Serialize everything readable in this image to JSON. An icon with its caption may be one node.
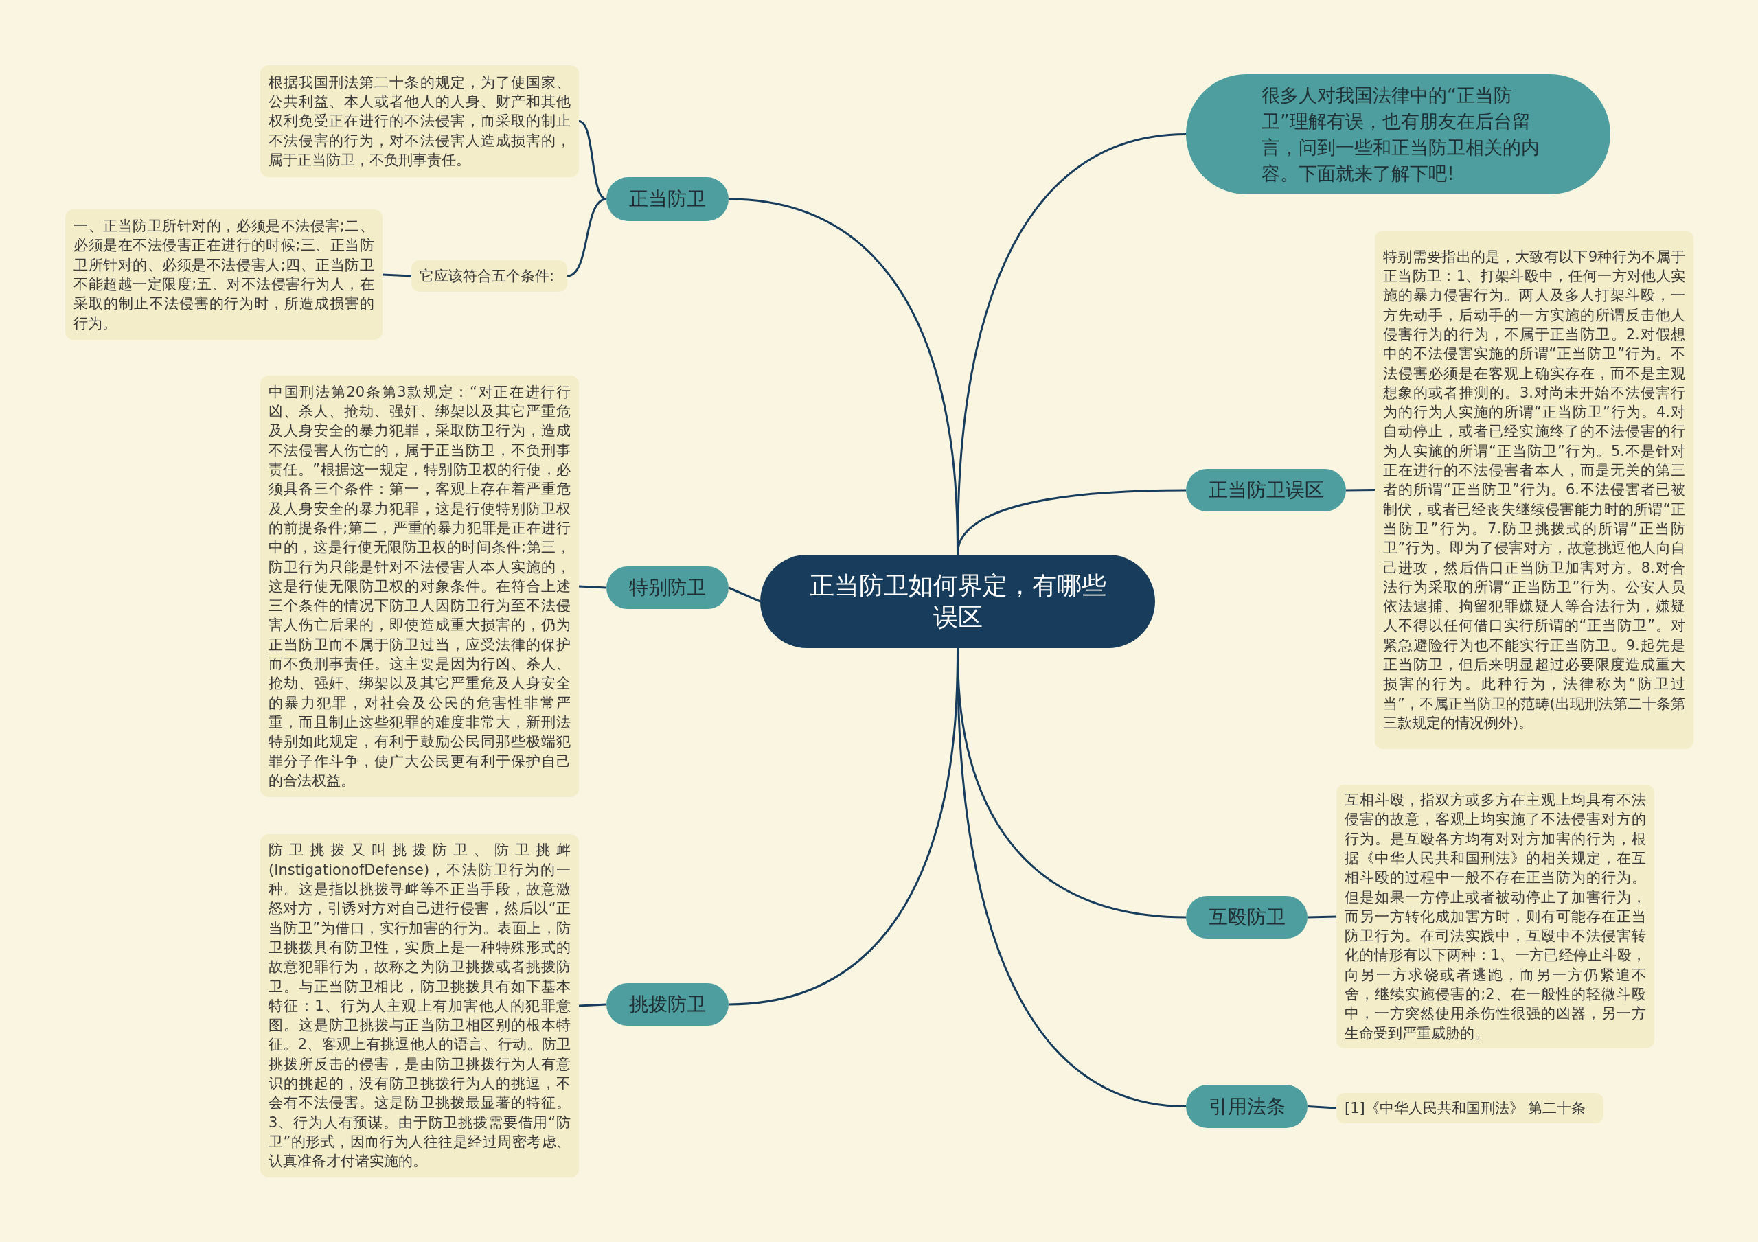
{
  "diagram": {
    "nodes": [
      {
        "text": [
          "正当防卫如何界定，有哪些误区"
        ]
      },
      {
        "text": [
          "很多人对我国法律中的“正当防卫”理解有误，也有朋友在后台留言，问到一些和正当防卫相关的内容。下面就来了解下吧!"
        ]
      },
      {
        "text": [
          "正当防卫"
        ]
      },
      {
        "text": [
          "根据我国刑法第二十条的规定，为了使国家、公共利益、本人或者他人的人身、财产和其他权利免受正在进行的不法侵害，而采取的制止不法侵害的行为，对不法侵害人造成损害的，属于正当防卫，不负刑事责任。"
        ]
      },
      {
        "text": [
          "它应该符合五个条件:"
        ]
      },
      {
        "text": [
          "一、正当防卫所针对的，必须是不法侵害;二、必须是在不法侵害正在进行的时候;三、正当防卫所针对的、必须是不法侵害人;四、正当防卫不能超越一定限度;五、对不法侵害行为人，在采取的制止不法侵害的行为时，所造成损害的行为。"
        ]
      },
      {
        "text": [
          "特别防卫"
        ]
      },
      {
        "text": [
          "中国刑法第20条第3款规定：“对正在进行行凶、杀人、抢劫、强奸、绑架以及其它严重危及人身安全的暴力犯罪，采取防卫行为，造成不法侵害人伤亡的，属于正当防卫，不负刑事责任。”根据这一规定，特别防卫权的行使，必须具备三个条件：第一，客观上存在着严重危及人身安全的暴力犯罪，这是行使特别防卫权的前提条件;第二，严重的暴力犯罪是正在进行中的，这是行使无限防卫权的时间条件;第三，防卫行为只能是针对不法侵害人本人实施的，这是行使无限防卫权的对象条件。在符合上述三个条件的情况下防卫人因防卫行为至不法侵害人伤亡后果的，即使造成重大损害的，仍为正当防卫而不属于防卫过当，应受法律的保护而不负刑事责任。这主要是因为行凶、杀人、抢劫、强奸、绑架以及其它严重危及人身安全的暴力犯罪，对社会及公民的危害性非常严重，而且制止这些犯罪的难度非常大，新刑法特别如此规定，有利于鼓励公民同那些极端犯罪分子作斗争，使广大公民更有利于保护自己的合法权益。"
        ]
      },
      {
        "text": [
          "挑拨防卫"
        ]
      },
      {
        "text": [
          "防卫挑拨又叫挑拨防卫、防卫挑衅(InstigationofDefense)，不法防卫行为的一种。这是指以挑拨寻衅等不正当手段，故意激怒对方，引诱对方对自己进行侵害，然后以“正当防卫”为借口，实行加害的行为。表面上，防卫挑拨具有防卫性，实质上是一种特殊形式的故意犯罪行为，故称之为防卫挑拨或者挑拨防卫。与正当防卫相比，防卫挑拨具有如下基本特征：1、行为人主观上有加害他人的犯罪意图。这是防卫挑拨与正当防卫相区别的根本特征。2、客观上有挑逗他人的语言、行动。防卫挑拨所反击的侵害，是由防卫挑拨行为人有意识的挑起的，没有防卫挑拨行为人的挑逗，不会有不法侵害。这是防卫挑拨最显著的特征。3、行为人有预谋。由于防卫挑拨需要借用“防卫”的形式，因而行为人往往是经过周密考虑、认真准备才付诸实施的。"
        ]
      },
      {
        "text": [
          "正当防卫误区"
        ]
      },
      {
        "text": [
          "特别需要指出的是，大致有以下9种行为不属于正当防卫：1、打架斗殴中，任何一方对他人实施的暴力侵害行为。两人及多人打架斗殴，一方先动手，后动手的一方实施的所谓反击他人侵害行为的行为，不属于正当防卫。2.对假想中的不法侵害实施的所谓“正当防卫”行为。不法侵害必须是在客观上确实存在，而不是主观想象的或者推测的。3.对尚未开始不法侵害行为的行为人实施的所谓“正当防卫”行为。4.对自动停止，或者已经实施终了的不法侵害的行为人实施的所谓“正当防卫”行为。5.不是针对正在进行的不法侵害者本人，而是无关的第三者的所谓“正当防卫”行为。6.不法侵害者已被制伏，或者已经丧失继续侵害能力时的所谓“正当防卫”行为。7.防卫挑拨式的所谓“正当防卫”行为。即为了侵害对方，故意挑逗他人向自己进攻，然后借口正当防卫加害对方。8.对合法行为采取的所谓“正当防卫”行为。公安人员依法逮捕、拘留犯罪嫌疑人等合法行为，嫌疑人不得以任何借口实行所谓的“正当防卫”。对紧急避险行为也不能实行正当防卫。9.起先是正当防卫，但后来明显超过必要限度造成重大损害的行为。此种行为，法律称为“防卫过当”，不属正当防卫的范畴(出现刑法第二十条第三款规定的情况例外)。"
        ]
      },
      {
        "text": [
          "互殴防卫"
        ]
      },
      {
        "text": [
          "互相斗殴，指双方或多方在主观上均具有不法侵害的故意，客观上均实施了不法侵害对方的行为。是互殴各方均有对对方加害的行为，根据《中华人民共和国刑法》的相关规定，在互相斗殴的过程中一般不存在正当防为的行为。但是如果一方停止或者被动停止了加害行为，而另一方转化成加害方时，则有可能存在正当防卫行为。在司法实践中，互殴中不法侵害转化的情形有以下两种：1、一方已经停止斗殴，向另一方求饶或者逃跑，而另一方仍紧追不舍，继续实施侵害的;2、在一般性的轻微斗殴中，一方突然使用杀伤性很强的凶器，另一方生命受到严重威胁的。"
        ]
      },
      {
        "text": [
          "引用法条"
        ]
      },
      {
        "text": [
          "[1]《中华人民共和国刑法》 第二十条"
        ]
      }
    ],
    "edges": [
      {
        "from": 0,
        "to": 1,
        "arrow": "none"
      },
      {
        "from": 0,
        "to": 2,
        "arrow": "none"
      },
      {
        "from": 2,
        "to": 3,
        "arrow": "none"
      },
      {
        "from": 2,
        "to": 4,
        "arrow": "none"
      },
      {
        "from": 4,
        "to": 5,
        "arrow": "none"
      },
      {
        "from": 0,
        "to": 6,
        "arrow": "none"
      },
      {
        "from": 6,
        "to": 7,
        "arrow": "none"
      },
      {
        "from": 0,
        "to": 8,
        "arrow": "none"
      },
      {
        "from": 8,
        "to": 9,
        "arrow": "none"
      },
      {
        "from": 0,
        "to": 10,
        "arrow": "none"
      },
      {
        "from": 10,
        "to": 11,
        "arrow": "none"
      },
      {
        "from": 0,
        "to": 12,
        "arrow": "none"
      },
      {
        "from": 12,
        "to": 13,
        "arrow": "none"
      },
      {
        "from": 0,
        "to": 14,
        "arrow": "none"
      },
      {
        "from": 14,
        "to": 15,
        "arrow": "none"
      }
    ]
  }
}
